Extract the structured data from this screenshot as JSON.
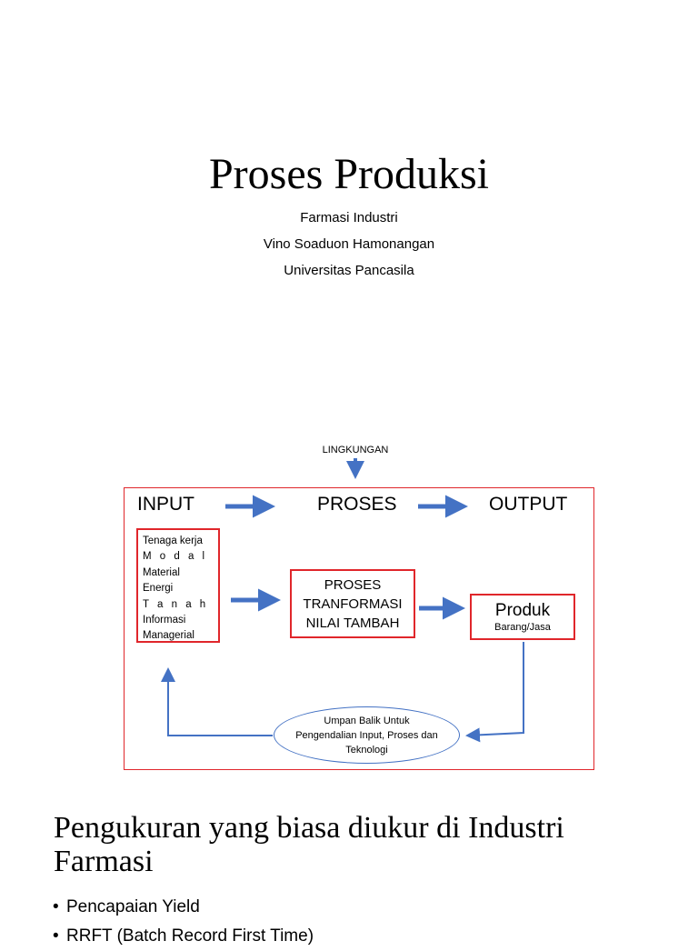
{
  "slide1": {
    "title": "Proses Produksi",
    "subtitle_lines": [
      "Farmasi Industri",
      "Vino Soaduon Hamonangan",
      "Universitas Pancasila"
    ]
  },
  "diagram": {
    "environment_label": "LINGKUNGAN",
    "headers": {
      "input": "INPUT",
      "process": "PROSES",
      "output": "OUTPUT"
    },
    "input_items": [
      "Tenaga kerja",
      "M o d a l",
      "Material",
      "Energi",
      "T a n a h",
      "Informasi",
      "Managerial"
    ],
    "process_box_lines": [
      "PROSES",
      "TRANFORMASI",
      "NILAI TAMBAH"
    ],
    "product": {
      "title": "Produk",
      "subtitle": "Barang/Jasa"
    },
    "feedback_lines": [
      "Umpan Balik Untuk",
      "Pengendalian Input, Proses dan",
      "Teknologi"
    ],
    "colors": {
      "frame": "#e0262b",
      "arrow": "#4472c4"
    }
  },
  "slide2": {
    "title": "Pengukuran yang biasa diukur di Industri Farmasi",
    "bullets": [
      "Pencapaian Yield",
      "RRFT (Batch Record First Time)"
    ]
  }
}
